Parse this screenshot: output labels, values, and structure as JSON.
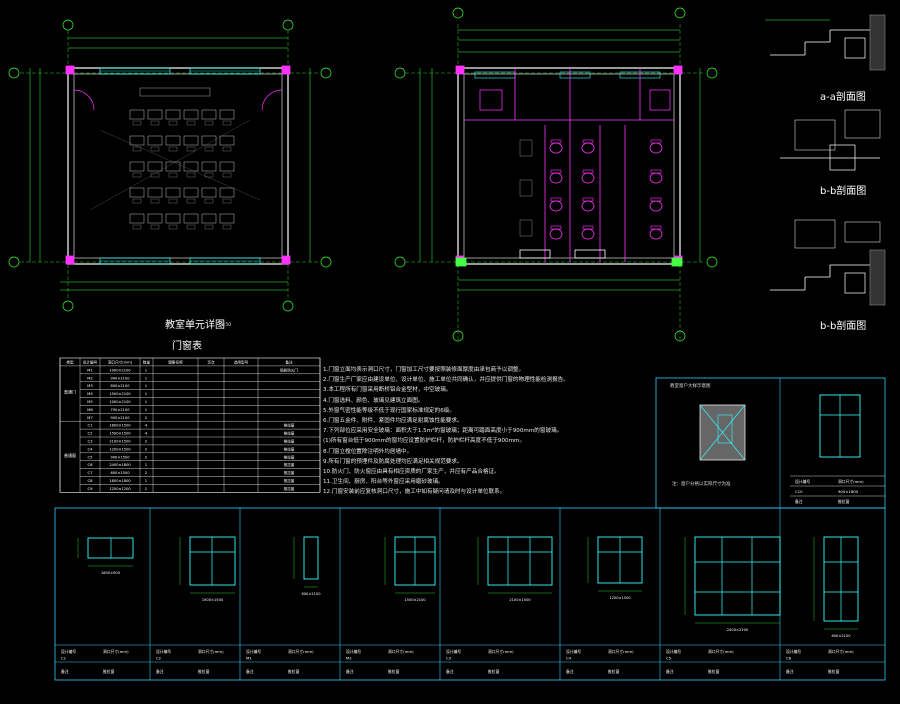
{
  "titles": {
    "classroom_plan": "教室单元详图",
    "classroom_plan_scale": "1:50",
    "door_window_table": "门窗表",
    "section_aa": "a-a剖面图",
    "section_bb_1": "b-b剖面图",
    "section_bb_2": "b-b剖面图"
  },
  "table": {
    "headers": [
      "类型",
      "设计编号",
      "洞口尺寸(mm)",
      "数量",
      "图集名称",
      "页次",
      "选用型号",
      "备注"
    ],
    "groups": [
      "普通门",
      "普通窗"
    ],
    "rows": [
      [
        "M1",
        "1000×2100",
        "1",
        "",
        "",
        "",
        "钢质防火门"
      ],
      [
        "M2",
        "900×2100",
        "1",
        "",
        "",
        "",
        ""
      ],
      [
        "M3",
        "800×2100",
        "1",
        "",
        "",
        "",
        ""
      ],
      [
        "M4",
        "1500×2100",
        "1",
        "",
        "",
        "",
        ""
      ],
      [
        "M5",
        "1000×2100",
        "1",
        "",
        "",
        "",
        ""
      ],
      [
        "M6",
        "700×2100",
        "1",
        "",
        "",
        "",
        ""
      ],
      [
        "M7",
        "900×2100",
        "2",
        "",
        "",
        "",
        ""
      ],
      [
        "C1",
        "1800×1500",
        "4",
        "",
        "",
        "",
        "推拉窗"
      ],
      [
        "C2",
        "1500×1500",
        "4",
        "",
        "",
        "",
        "推拉窗"
      ],
      [
        "C3",
        "2100×1500",
        "2",
        "",
        "",
        "",
        "推拉窗"
      ],
      [
        "C4",
        "1200×1500",
        "2",
        "",
        "",
        "",
        "推拉窗"
      ],
      [
        "C5",
        "900×1500",
        "2",
        "",
        "",
        "",
        "推拉窗"
      ],
      [
        "C6",
        "2400×1800",
        "1",
        "",
        "",
        "",
        "推拉窗"
      ],
      [
        "C7",
        "600×1500",
        "2",
        "",
        "",
        "",
        "推拉窗"
      ],
      [
        "C8",
        "1800×1800",
        "1",
        "",
        "",
        "",
        "推拉窗"
      ],
      [
        "C9",
        "1200×1200",
        "1",
        "",
        "",
        "",
        "推拉窗"
      ]
    ]
  },
  "notes": [
    "1.门窗立面均表示洞口尺寸，门窗加工尺寸要按照装修面厚度由承包商予以调整。",
    "2.门窗生产厂家应由建设单位、设计单位、施工单位共同确认，并应提供门窗的物理性能检测报告。",
    "3.本工程所有门窗采用断桥铝合金型材，中空玻璃。",
    "4.门窗选料、颜色、玻璃见建筑立面图。",
    "5.外窗气密性能等级不低于现行国家标准规定的6级。",
    "6.门窗五金件、附件、紧固件均应满足耐腐蚀性能要求。",
    "7.下列部位应采用安全玻璃：面积大于1.5m²的窗玻璃；距离可踏面高度小于900mm的窗玻璃。",
    "(1)所有窗台低于900mm的窗均应设置防护栏杆，防护栏杆高度不低于900mm。",
    "8.门窗立樘位置除注明外均居墙中。",
    "9.所有门窗的预埋件及防腐处理均应满足相关规范要求。",
    "10.防火门、防火窗应由具有相应资质的厂家生产，并应有产品合格证。",
    "11.卫生间、厨房、阳台等外窗应采用磨砂玻璃。",
    "12.门窗安装前应复核洞口尺寸，施工中如有疑问请及时与设计单位联系。"
  ],
  "elevations": {
    "legend_title": "教室窗户大样示意图",
    "legend_caption": "注：窗户分格以实际尺寸为准",
    "right_table": [
      [
        "设计编号",
        "洞口尺寸(mm)"
      ],
      [
        "C10",
        "900×1800"
      ],
      [
        "备注",
        "推拉窗"
      ]
    ],
    "panels": [
      {
        "id": "C1",
        "size": "1800×900"
      },
      {
        "id": "C2",
        "size": "1500×1500"
      },
      {
        "id": "M1",
        "size": "600×2100"
      },
      {
        "id": "M2",
        "size": "1500×2100"
      },
      {
        "id": "C3",
        "size": "2100×1500"
      },
      {
        "id": "C4",
        "size": "1200×1500"
      },
      {
        "id": "C5",
        "size": "2400×2100"
      },
      {
        "id": "C6",
        "size": "600×2100"
      }
    ],
    "bottom_row1": [
      "设计编号",
      "洞口尺寸(mm)"
    ],
    "bottom_row2": [
      "备注",
      "推拉窗"
    ]
  },
  "colors": {
    "background": "#000000",
    "wall": "#ffffff",
    "dim_line": "#33ff33",
    "axis": "#33ff33",
    "window": "#33ffff",
    "door": "#ff33ff",
    "column": "#ff33ff",
    "fixture": "#ff33ff",
    "frame": "#33ccff",
    "text": "#ffffff"
  }
}
